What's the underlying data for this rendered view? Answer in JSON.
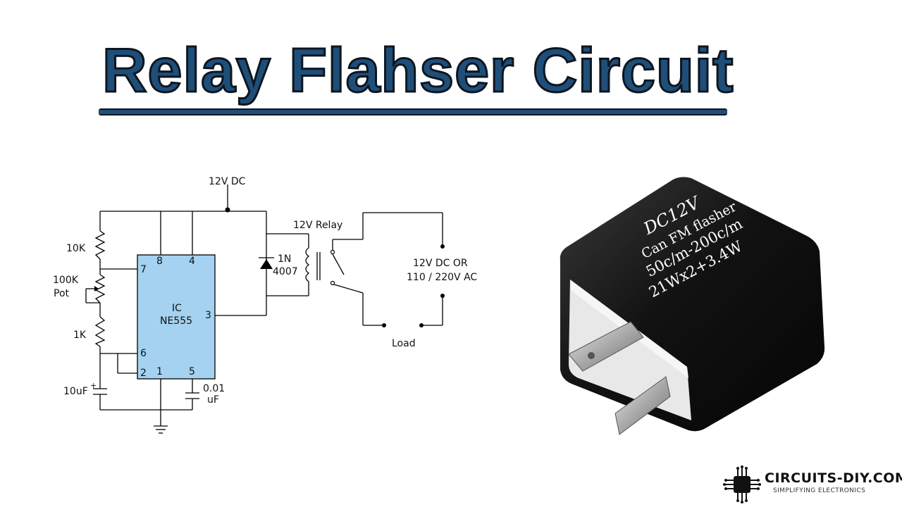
{
  "title": "Relay Flahser Circuit",
  "schematic": {
    "supply": "12V DC",
    "relay_label": "12V Relay",
    "r1": "10K",
    "pot_value": "100K",
    "pot_word": "Pot",
    "r2": "1K",
    "c1": "10uF",
    "c2_value": "0.01",
    "c2_unit": "uF",
    "ic_line1": "IC",
    "ic_line2": "NE555",
    "pin7": "7",
    "pin8": "8",
    "pin4": "4",
    "pin3": "3",
    "pin6": "6",
    "pin2": "2",
    "pin1": "1",
    "pin5": "5",
    "diode_line1": "1N",
    "diode_line2": "4007",
    "source_line1": "12V DC OR",
    "source_line2": "110 / 220V AC",
    "load": "Load",
    "ic_color": "#a4d2f0"
  },
  "photo": {
    "line1": "DC12V",
    "line2": "Can FM flasher",
    "line3": "50c/m-200c/m",
    "line4": "21Wx2+3.4W"
  },
  "logo": {
    "name": "CIRCUITS-DIY.COM",
    "tagline": "SIMPLIFYING ELECTRONICS",
    "icon": "chip-icon"
  },
  "colors": {
    "title_fill": "#1f4e79",
    "title_outline": "#0d1620"
  }
}
